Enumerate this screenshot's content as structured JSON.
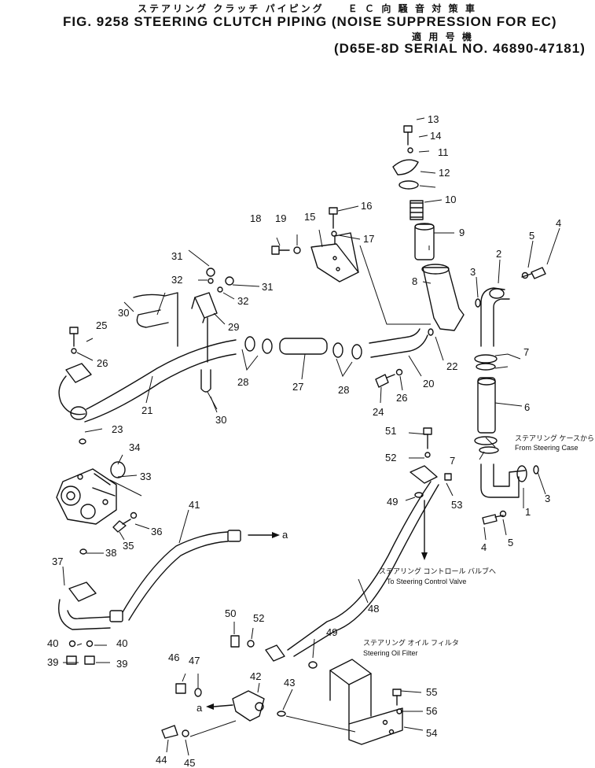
{
  "header": {
    "title_jp": "ステアリング クラッチ パイピング　　Ｅ Ｃ 向 騒 音 対 策 車",
    "title_en": "FIG. 9258  STEERING CLUTCH PIPING (NOISE SUPPRESSION FOR EC)",
    "serial_jp": "適 用 号 機",
    "serial_en": "(D65E-8D SERIAL NO. 46890-47181)"
  },
  "callouts": [
    {
      "id": "c1",
      "text": "1"
    },
    {
      "id": "c2",
      "text": "2"
    },
    {
      "id": "c3a",
      "text": "3"
    },
    {
      "id": "c3b",
      "text": "3"
    },
    {
      "id": "c4a",
      "text": "4"
    },
    {
      "id": "c4b",
      "text": "4"
    },
    {
      "id": "c5a",
      "text": "5"
    },
    {
      "id": "c5b",
      "text": "5"
    },
    {
      "id": "c6",
      "text": "6"
    },
    {
      "id": "c7a",
      "text": "7"
    },
    {
      "id": "c7b",
      "text": "7"
    },
    {
      "id": "c8",
      "text": "8"
    },
    {
      "id": "c9",
      "text": "9"
    },
    {
      "id": "c10",
      "text": "10"
    },
    {
      "id": "c11",
      "text": "11"
    },
    {
      "id": "c12",
      "text": "12"
    },
    {
      "id": "c13",
      "text": "13"
    },
    {
      "id": "c14",
      "text": "14"
    },
    {
      "id": "c15",
      "text": "15"
    },
    {
      "id": "c16",
      "text": "16"
    },
    {
      "id": "c17",
      "text": "17"
    },
    {
      "id": "c18",
      "text": "18"
    },
    {
      "id": "c19",
      "text": "19"
    },
    {
      "id": "c20",
      "text": "20"
    },
    {
      "id": "c21",
      "text": "21"
    },
    {
      "id": "c22",
      "text": "22"
    },
    {
      "id": "c23",
      "text": "23"
    },
    {
      "id": "c24",
      "text": "24"
    },
    {
      "id": "c25",
      "text": "25"
    },
    {
      "id": "c26a",
      "text": "26"
    },
    {
      "id": "c26b",
      "text": "26"
    },
    {
      "id": "c27",
      "text": "27"
    },
    {
      "id": "c28a",
      "text": "28"
    },
    {
      "id": "c28b",
      "text": "28"
    },
    {
      "id": "c29",
      "text": "29"
    },
    {
      "id": "c30a",
      "text": "30"
    },
    {
      "id": "c30b",
      "text": "30"
    },
    {
      "id": "c31a",
      "text": "31"
    },
    {
      "id": "c31b",
      "text": "31"
    },
    {
      "id": "c32a",
      "text": "32"
    },
    {
      "id": "c32b",
      "text": "32"
    },
    {
      "id": "c33",
      "text": "33"
    },
    {
      "id": "c34",
      "text": "34"
    },
    {
      "id": "c35",
      "text": "35"
    },
    {
      "id": "c36",
      "text": "36"
    },
    {
      "id": "c37",
      "text": "37"
    },
    {
      "id": "c38",
      "text": "38"
    },
    {
      "id": "c39a",
      "text": "39"
    },
    {
      "id": "c39b",
      "text": "39"
    },
    {
      "id": "c40a",
      "text": "40"
    },
    {
      "id": "c40b",
      "text": "40"
    },
    {
      "id": "c41",
      "text": "41"
    },
    {
      "id": "c42",
      "text": "42"
    },
    {
      "id": "c43",
      "text": "43"
    },
    {
      "id": "c44",
      "text": "44"
    },
    {
      "id": "c45",
      "text": "45"
    },
    {
      "id": "c46",
      "text": "46"
    },
    {
      "id": "c47",
      "text": "47"
    },
    {
      "id": "c48",
      "text": "48"
    },
    {
      "id": "c49a",
      "text": "49"
    },
    {
      "id": "c49b",
      "text": "49"
    },
    {
      "id": "c50",
      "text": "50"
    },
    {
      "id": "c51",
      "text": "51"
    },
    {
      "id": "c52a",
      "text": "52"
    },
    {
      "id": "c52b",
      "text": "52"
    },
    {
      "id": "c53",
      "text": "53"
    },
    {
      "id": "c54",
      "text": "54"
    },
    {
      "id": "c55",
      "text": "55"
    },
    {
      "id": "c56",
      "text": "56"
    },
    {
      "id": "ca1",
      "text": "a"
    },
    {
      "id": "ca2",
      "text": "a"
    }
  ],
  "notes": {
    "steering_case_jp": "ステアリング ケースから",
    "steering_case_en": "From Steering Case",
    "control_valve_jp": "ステアリング コントロール バルブへ",
    "control_valve_en": "To Steering Control Valve",
    "oil_filter_jp": "ステアリング オイル フィルタ",
    "oil_filter_en": "Steering Oil Filter"
  }
}
